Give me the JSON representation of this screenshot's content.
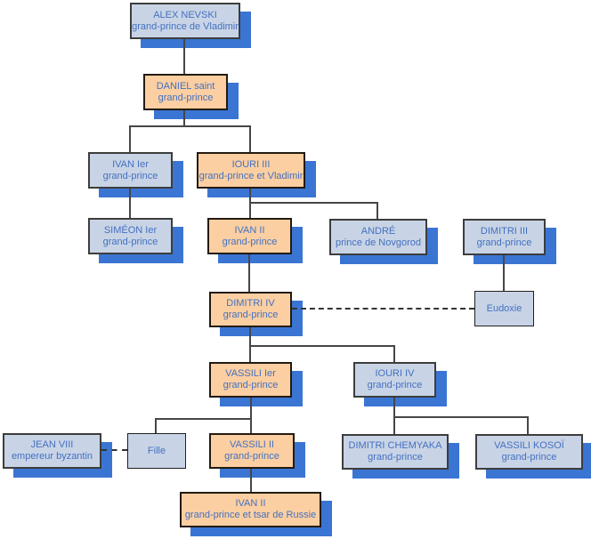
{
  "diagram": {
    "type": "genealogy-tree",
    "colors": {
      "node_blue_fill": "#c8d4e6",
      "node_orange_fill": "#fbcfa2",
      "shadow_blue": "#3a75d3",
      "text_blue": "#4470c0",
      "connector": "#464646",
      "background": "#ffffff"
    },
    "nodes": {
      "alex_nevski": {
        "line1": "ALEX NEVSKI",
        "line2": "grand-prince de Vladimir"
      },
      "daniel": {
        "line1": "DANIEL saint",
        "line2": "grand-prince"
      },
      "ivan_1": {
        "line1": "IVAN Ier",
        "line2": "grand-prince"
      },
      "iouri_3": {
        "line1": "IOURI III",
        "line2": "grand-prince et Vladimir"
      },
      "simeon_1": {
        "line1": "SIMÉON Ier",
        "line2": "grand-prince"
      },
      "ivan_2": {
        "line1": "IVAN II",
        "line2": "grand-prince"
      },
      "andre": {
        "line1": "ANDRÉ",
        "line2": "prince de Novgorod"
      },
      "dimitri_3": {
        "line1": "DIMITRI III",
        "line2": "grand-prince"
      },
      "dimitri_4": {
        "line1": "DIMITRI IV",
        "line2": "grand-prince"
      },
      "eudoxie": {
        "line1": "Eudoxie"
      },
      "vassili_1": {
        "line1": "VASSILI Ier",
        "line2": "grand-prince"
      },
      "iouri_4": {
        "line1": "IOURI IV",
        "line2": "grand-prince"
      },
      "jean_8": {
        "line1": "JEAN VIII",
        "line2": "empereur byzantin"
      },
      "fille": {
        "line1": "Fille"
      },
      "vassili_2": {
        "line1": "VASSILI II",
        "line2": "grand-prince"
      },
      "dimitri_chemyaka": {
        "line1": "DIMITRI CHEMYAKA",
        "line2": "grand-prince"
      },
      "vassili_kosoi": {
        "line1": "VASSILI KOSOÏ",
        "line2": "grand-prince"
      },
      "ivan_2_tsar": {
        "line1": "IVAN II",
        "line2": "grand-prince et tsar de Russie"
      }
    },
    "edges": {
      "solid": [
        [
          "alex_nevski",
          "daniel"
        ],
        [
          "daniel",
          "ivan_1"
        ],
        [
          "daniel",
          "iouri_3"
        ],
        [
          "ivan_1",
          "simeon_1"
        ],
        [
          "iouri_3",
          "ivan_2"
        ],
        [
          "iouri_3",
          "andre"
        ],
        [
          "dimitri_3",
          "eudoxie"
        ],
        [
          "ivan_2",
          "dimitri_4"
        ],
        [
          "dimitri_4",
          "vassili_1"
        ],
        [
          "dimitri_4",
          "iouri_4"
        ],
        [
          "vassili_1",
          "fille"
        ],
        [
          "vassili_1",
          "vassili_2"
        ],
        [
          "iouri_4",
          "dimitri_chemyaka"
        ],
        [
          "iouri_4",
          "vassili_kosoi"
        ],
        [
          "vassili_2",
          "ivan_2_tsar"
        ]
      ],
      "dashed": [
        [
          "dimitri_4",
          "eudoxie"
        ],
        [
          "jean_8",
          "fille"
        ]
      ]
    }
  }
}
